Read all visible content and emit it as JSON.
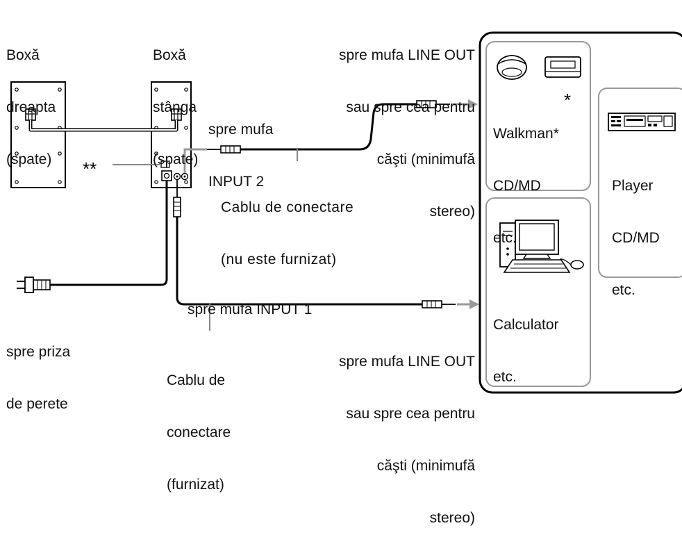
{
  "speakers": {
    "right": {
      "title_line1": "Boxă",
      "title_line2": "dreapta",
      "title_line3": "(spate)"
    },
    "left": {
      "title_line1": "Boxă",
      "title_line2": "stânga",
      "title_line3": "(spate)"
    },
    "double_asterisk": "**"
  },
  "labels": {
    "input2_line1": "spre mufa",
    "input2_line2": "INPUT 2",
    "cable_unsupplied_line1": "Cablu de conectare",
    "cable_unsupplied_line2": "(nu este furnizat)",
    "input1": "spre mufa INPUT 1",
    "outlet_line1": "spre priza",
    "outlet_line2": "de perete",
    "cable_supplied_line1": "Cablu de",
    "cable_supplied_line2": "conectare",
    "cable_supplied_line3": "(furnizat)",
    "lineout_top_line1": "spre mufa LINE OUT",
    "lineout_top_line2": "sau spre cea pentru",
    "lineout_top_line3": "căşti (minimufă",
    "lineout_top_line4": "stereo)",
    "lineout_bottom_line1": "spre mufa LINE OUT",
    "lineout_bottom_line2": "sau spre cea pentru",
    "lineout_bottom_line3": "căşti (minimufă",
    "lineout_bottom_line4": "stereo)"
  },
  "devices": {
    "walkman_line1": "Walkman*",
    "walkman_line2": "CD/MD",
    "walkman_line3": "etc.",
    "player_line1": "Player",
    "player_line2": "CD/MD",
    "player_line3": "etc.",
    "computer_line1": "Calculator",
    "computer_line2": "etc."
  }
}
